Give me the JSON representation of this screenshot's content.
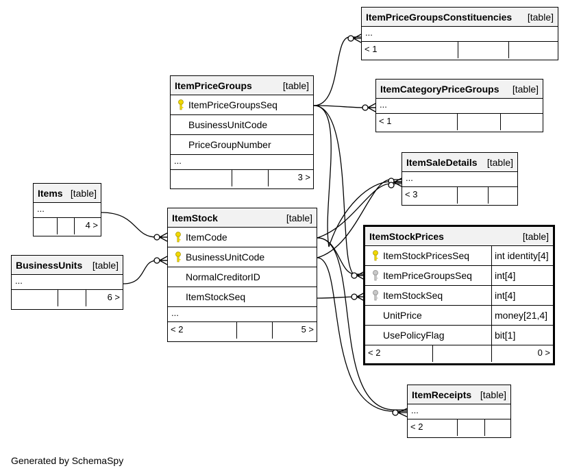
{
  "diagram": {
    "footer_text": "Generated by SchemaSpy",
    "tables": {
      "item_price_groups_constituencies": {
        "name": "ItemPriceGroupsConstituencies",
        "kind": "[table]",
        "dots": "...",
        "parents": "< 1",
        "children": ""
      },
      "item_category_price_groups": {
        "name": "ItemCategoryPriceGroups",
        "kind": "[table]",
        "dots": "...",
        "parents": "< 1",
        "children": ""
      },
      "item_price_groups": {
        "name": "ItemPriceGroups",
        "kind": "[table]",
        "dots": "...",
        "parents": "",
        "children": "3 >",
        "columns": [
          {
            "name": "ItemPriceGroupsSeq",
            "key": "primary"
          },
          {
            "name": "BusinessUnitCode",
            "key": "none"
          },
          {
            "name": "PriceGroupNumber",
            "key": "none"
          }
        ]
      },
      "item_sale_details": {
        "name": "ItemSaleDetails",
        "kind": "[table]",
        "dots": "...",
        "parents": "< 3",
        "children": ""
      },
      "items": {
        "name": "Items",
        "kind": "[table]",
        "dots": "...",
        "parents": "",
        "children": "4 >"
      },
      "business_units": {
        "name": "BusinessUnits",
        "kind": "[table]",
        "dots": "...",
        "parents": "",
        "children": "6 >"
      },
      "item_stock": {
        "name": "ItemStock",
        "kind": "[table]",
        "dots": "...",
        "parents": "< 2",
        "children": "5 >",
        "columns": [
          {
            "name": "ItemCode",
            "key": "primary"
          },
          {
            "name": "BusinessUnitCode",
            "key": "primary"
          },
          {
            "name": "NormalCreditorID",
            "key": "none"
          },
          {
            "name": "ItemStockSeq",
            "key": "none"
          }
        ]
      },
      "item_stock_prices": {
        "name": "ItemStockPrices",
        "kind": "[table]",
        "parents": "< 2",
        "children": "0 >",
        "columns": [
          {
            "name": "ItemStockPricesSeq",
            "type": "int identity[4]",
            "key": "primary"
          },
          {
            "name": "ItemPriceGroupsSeq",
            "type": "int[4]",
            "key": "foreign"
          },
          {
            "name": "ItemStockSeq",
            "type": "int[4]",
            "key": "foreign"
          },
          {
            "name": "UnitPrice",
            "type": "money[21,4]",
            "key": "none"
          },
          {
            "name": "UsePolicyFlag",
            "type": "bit[1]",
            "key": "none"
          }
        ]
      },
      "item_receipts": {
        "name": "ItemReceipts",
        "kind": "[table]",
        "dots": "...",
        "parents": "< 2",
        "children": ""
      }
    },
    "colors": {
      "header_bg": "#f2f2f2",
      "primary_key": "#f0d800",
      "foreign_key": "#c8c8c8",
      "line": "#000000"
    }
  }
}
